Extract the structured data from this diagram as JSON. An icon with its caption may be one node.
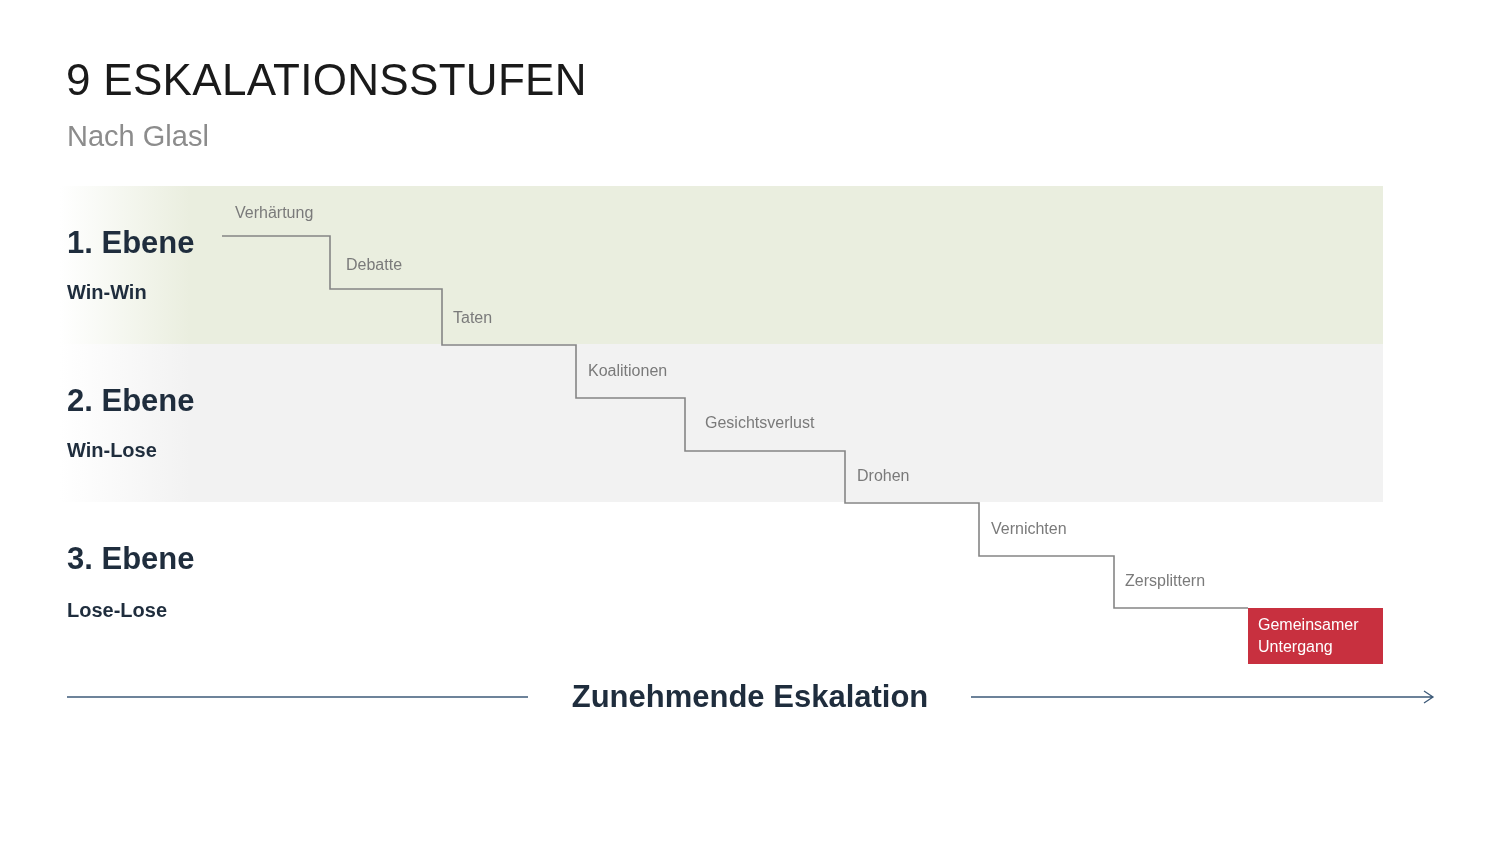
{
  "diagram": {
    "title": "9 ESKALATIONSSTUFEN",
    "nodes": [
      {
        "text": [
          "1. Ebene",
          "Win-Win"
        ]
      },
      {
        "text": [
          "2. Ebene",
          "Win-Lose"
        ]
      },
      {
        "text": [
          "Gemeinsamer Untergang"
        ]
      }
    ],
    "labels": [
      "Nach Glasl",
      "Verhärtung",
      "Debatte",
      "Taten",
      "Koalitionen",
      "Gesichtsverlust",
      "Drohen",
      "Vernichten",
      "Zersplittern",
      "3. Ebene",
      "Lose-Lose",
      "Zunehmende Eskalation"
    ]
  }
}
